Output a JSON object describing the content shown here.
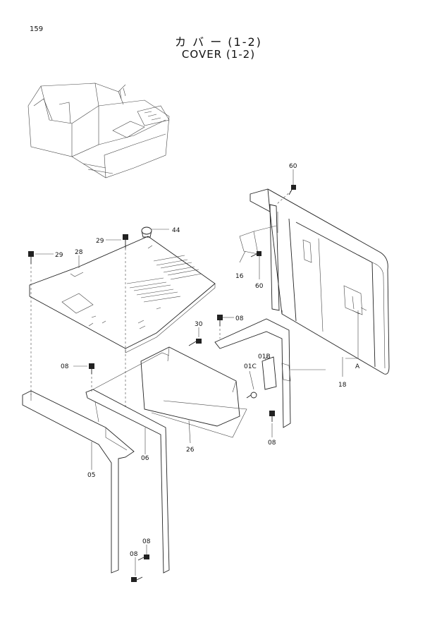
{
  "header": {
    "page_number": "159",
    "title_jp": "カ バ ー  (1-2)",
    "title_en": "COVER (1-2)"
  },
  "callouts": {
    "c60a": "60",
    "c44": "44",
    "c29a": "29",
    "c29b": "29",
    "c28": "28",
    "c16": "16",
    "c60b": "60",
    "c08a": "08",
    "c30": "30",
    "c01b": "01B",
    "c01c": "01C",
    "c08b": "08",
    "c26": "26",
    "c08c": "08",
    "c05": "05",
    "c06": "06",
    "cA": "A",
    "c18": "18",
    "c08d": "08",
    "c08e": "08"
  }
}
